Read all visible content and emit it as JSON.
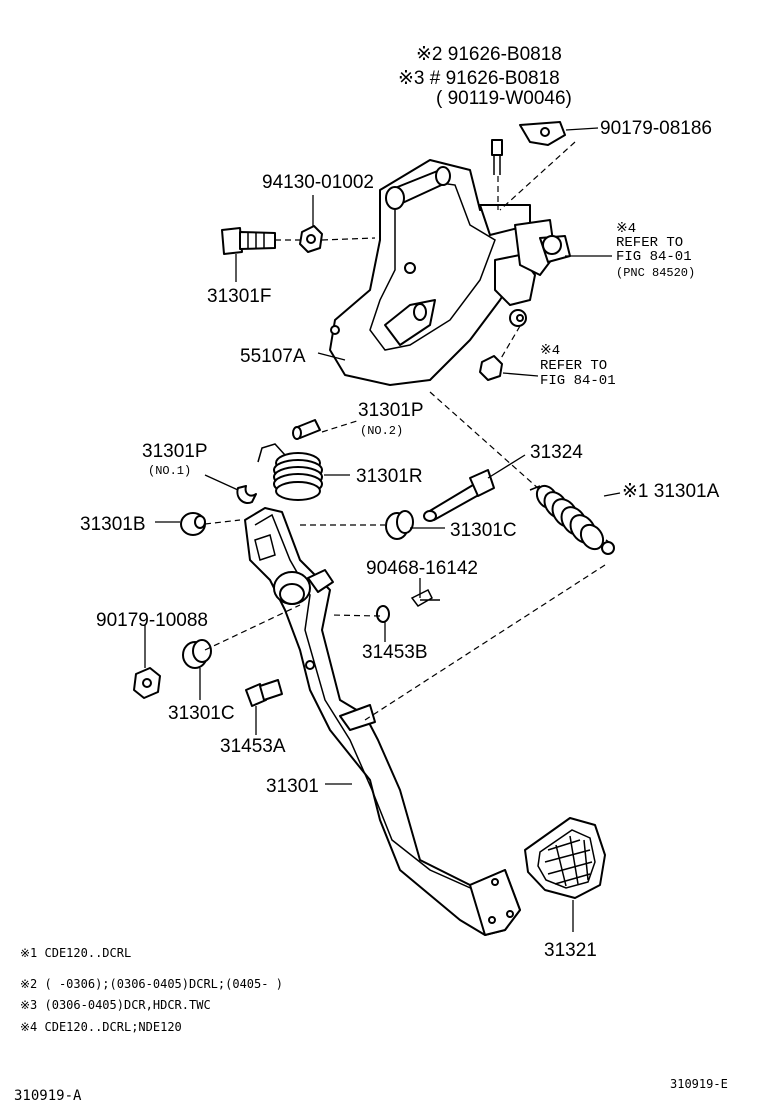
{
  "labels": {
    "n91626_2": "※2 91626-B0818",
    "n91626_3": "※3 # 91626-B0818",
    "n90119": "( 90119-W0046)",
    "n90179_08186": "90179-08186",
    "n94130": "94130-01002",
    "ref4_top_1": "※4",
    "ref4_top_2": "REFER TO",
    "ref4_top_3": "FIG 84-01",
    "ref4_top_4": "(PNC 84520)",
    "n31301F": "31301F",
    "n55107A": "55107A",
    "ref4_mid_1": "※4",
    "ref4_mid_2": "REFER TO",
    "ref4_mid_3": "FIG 84-01",
    "n31301P_top": "31301P",
    "no2": "(NO.2)",
    "n31301P_left": "31301P",
    "no1": "(NO.1)",
    "n31301R": "31301R",
    "n31324": "31324",
    "n31301A": "※1 31301A",
    "n31301B": "31301B",
    "n31301C_right": "31301C",
    "n90468": "90468-16142",
    "n90179_10088": "90179-10088",
    "n31453B": "31453B",
    "n31301C_left": "31301C",
    "n31453A": "31453A",
    "n31301": "31301",
    "n31321": "31321"
  },
  "notes": {
    "note1": "※1  CDE120..DCRL",
    "note2": "※2 (      -0306);(0306-0405)DCRL;(0405-       )",
    "note3": "※3  (0306-0405)DCR,HDCR.TWC",
    "note4": "※4  CDE120..DCRL;NDE120"
  },
  "footer": {
    "left_code": "310919-A",
    "right_code": "310919-E"
  }
}
